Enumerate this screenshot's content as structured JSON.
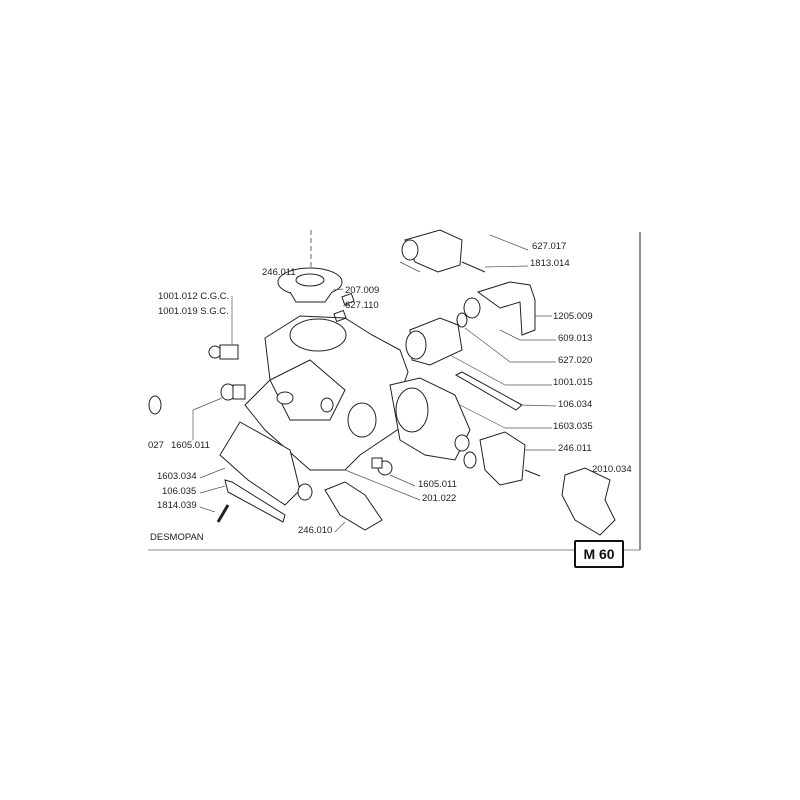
{
  "part_labels": {
    "p627_017": "627.017",
    "p1813_014": "1813.014",
    "p246_011_top": "246.011",
    "p207_009": "207.009",
    "p627_110": "627.110",
    "p1001_012": "1001.012 C.G.C.",
    "p1001_019": "1001.019 S.G.C.",
    "p1205_009": "1205.009",
    "p609_013": "609.013",
    "p627_020": "627.020",
    "p1001_015": "1001.015",
    "p106_034": "106.034",
    "p1603_035": "1603.035",
    "p246_011_right": "246.011",
    "p2010_034": "2010.034",
    "p027": "027",
    "p1605_011_left": "1605.011",
    "p1603_034": "1603.034",
    "p106_035": "106.035",
    "p1814_039": "1814.039",
    "p1605_011_mid": "1605.011",
    "p201_022": "201.022",
    "p246_010": "246.010"
  },
  "material_note": "DESMOPAN",
  "page_code": "M 60"
}
